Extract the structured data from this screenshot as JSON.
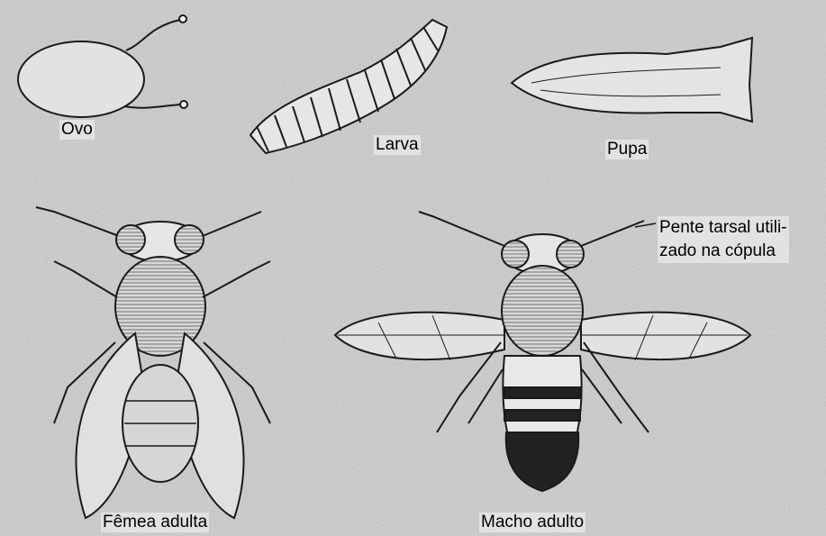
{
  "labels": {
    "ovo": "Ovo",
    "larva": "Larva",
    "pupa": "Pupa",
    "pente_line1": "Pente tarsal utili-",
    "pente_line2": "zado na cópula",
    "femea": "Fêmea adulta",
    "macho": "Macho adulto"
  },
  "colors": {
    "background": "#c9c9c9",
    "ink": "#1a1a1a",
    "fill_light": "#e6e6e6",
    "fill_dark": "#222222"
  }
}
